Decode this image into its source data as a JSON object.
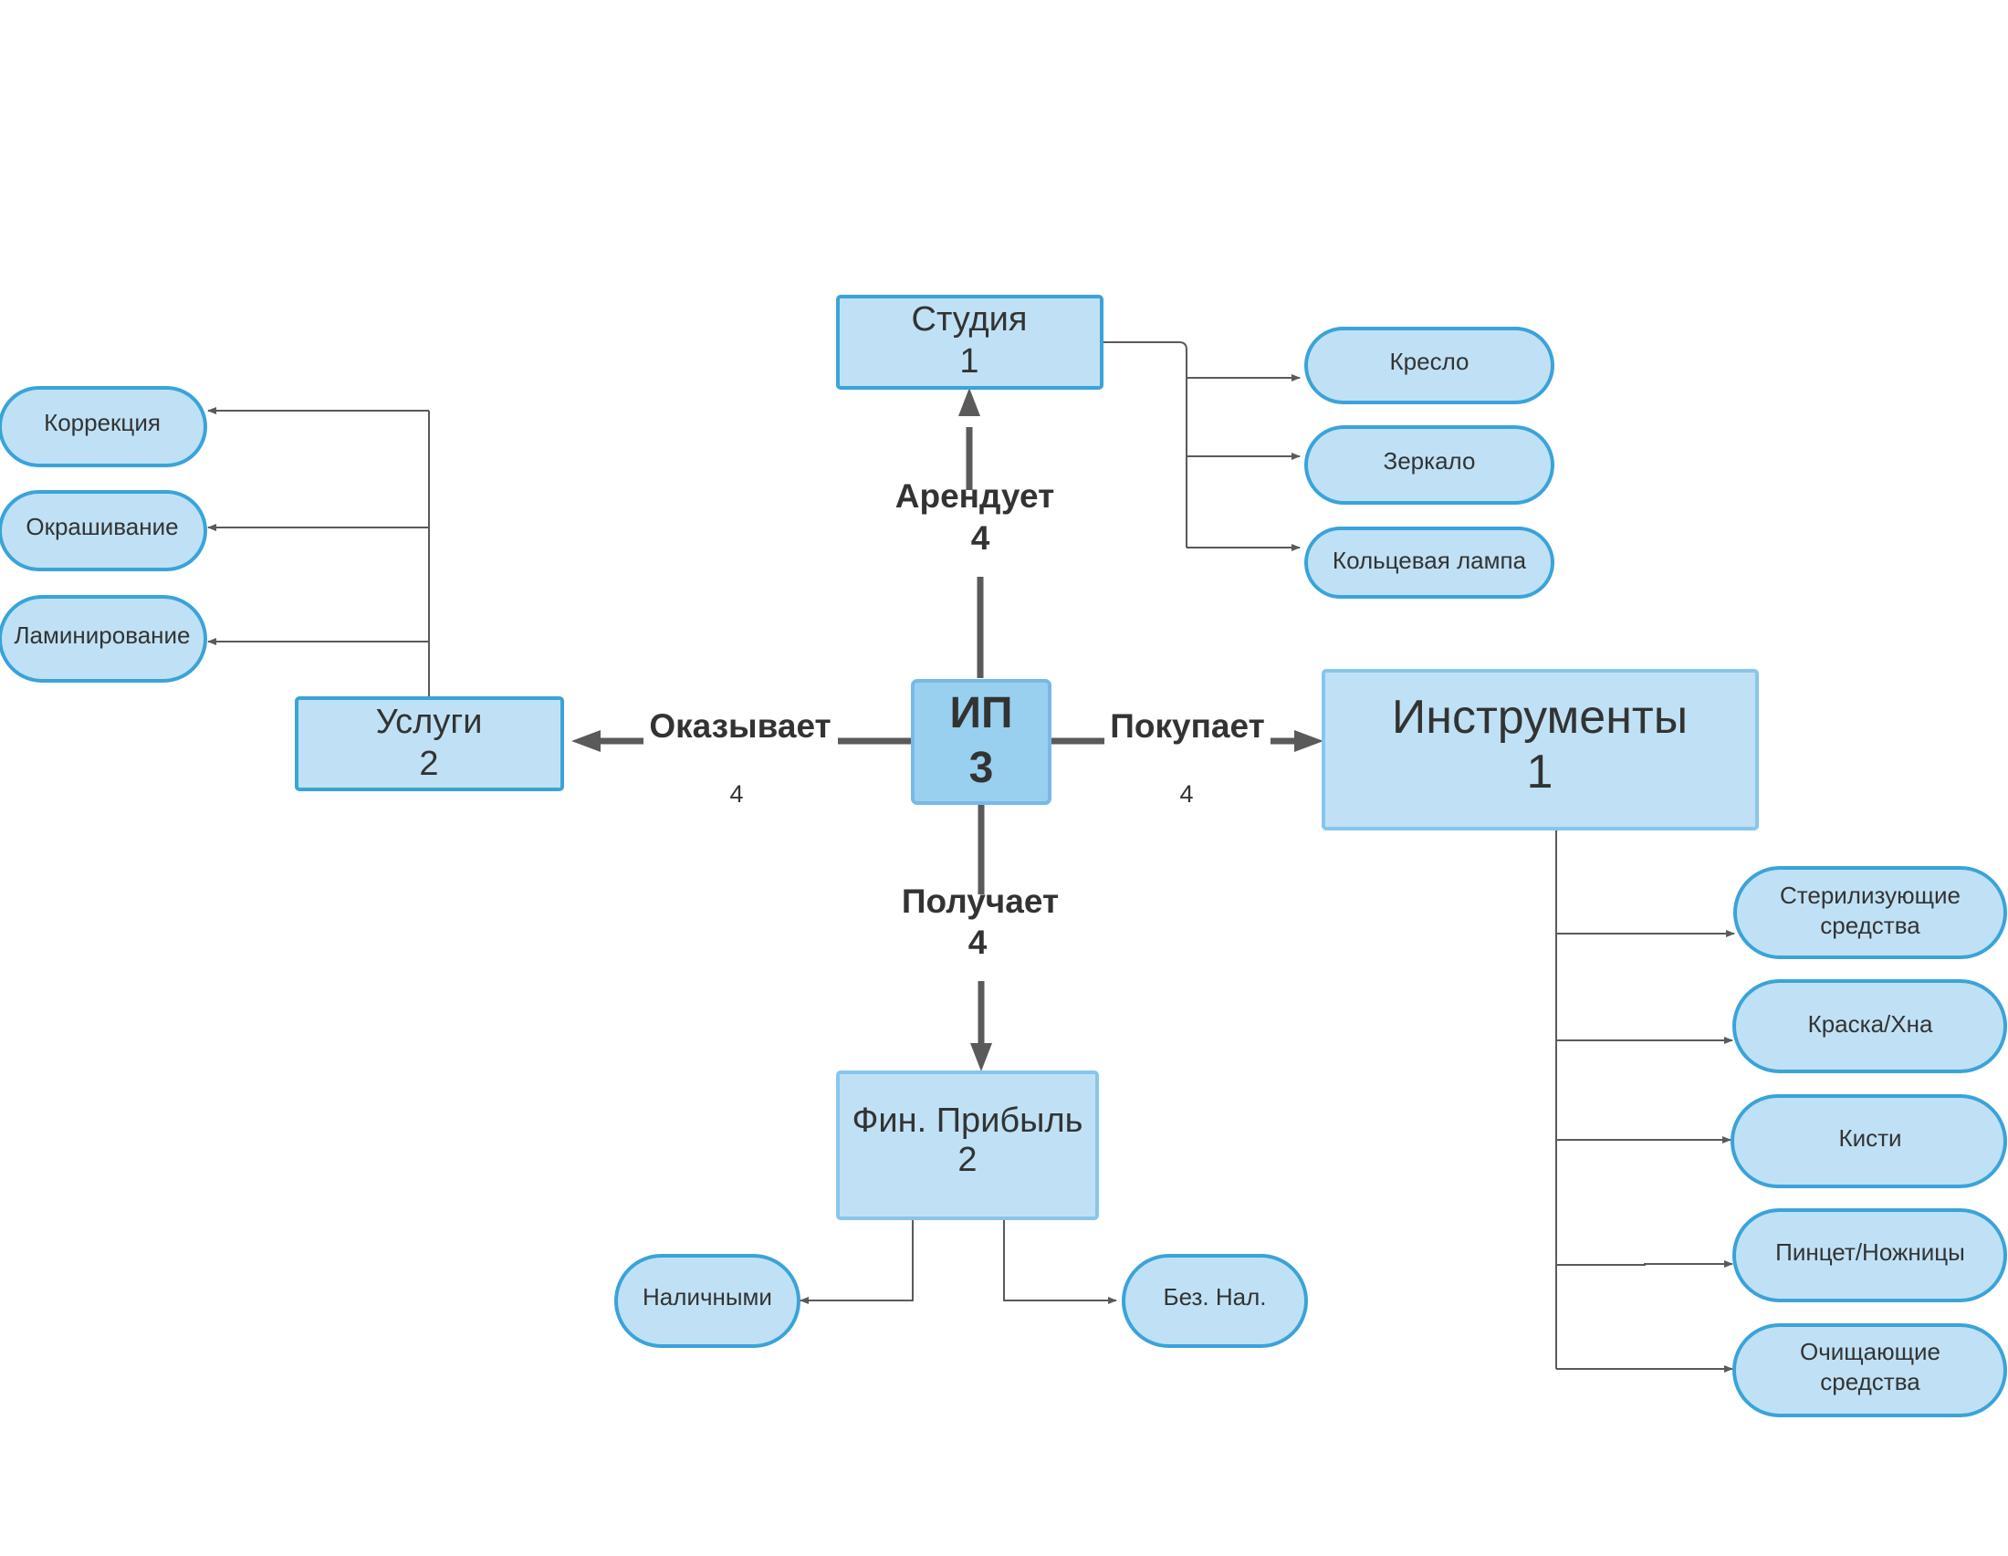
{
  "nodes": {
    "studio": {
      "line1": "Студия",
      "line2": "1"
    },
    "uslugi": {
      "line1": "Услуги",
      "line2": "2"
    },
    "ip": {
      "line1": "ИП",
      "line2": "3"
    },
    "instrumenty": {
      "line1": "Инструменты",
      "line2": "1"
    },
    "fin": {
      "line1": "Фин. Прибыль",
      "line2": "2"
    }
  },
  "edges": {
    "arenduet": {
      "label": "Арендует",
      "num": "4"
    },
    "okazyvaet": {
      "label": "Оказывает",
      "num": "4"
    },
    "pokupaet": {
      "label": "Покупает",
      "num": "4"
    },
    "poluchaet": {
      "label": "Получает",
      "num": "4"
    }
  },
  "studio_items": [
    "Кресло",
    "Зеркало",
    "Кольцевая лампа"
  ],
  "uslugi_items": [
    "Коррекция",
    "Окрашивание",
    "Ламинирование"
  ],
  "fin_items": [
    "Наличными",
    "Без. Нал."
  ],
  "instr_items": [
    {
      "line1": "Стерилизующие",
      "line2": "средства"
    },
    {
      "line1": "Краска/Хна",
      "line2": ""
    },
    {
      "line1": "Кисти",
      "line2": ""
    },
    {
      "line1": "Пинцет/Ножницы",
      "line2": ""
    },
    {
      "line1": "Очищающие",
      "line2": "средства"
    }
  ],
  "colors": {
    "node_fill": "#c0e1f5",
    "node_stroke": "#3aa3da",
    "main_fill": "#99d0ef",
    "line": "#5a5a5a",
    "text": "#333333"
  }
}
